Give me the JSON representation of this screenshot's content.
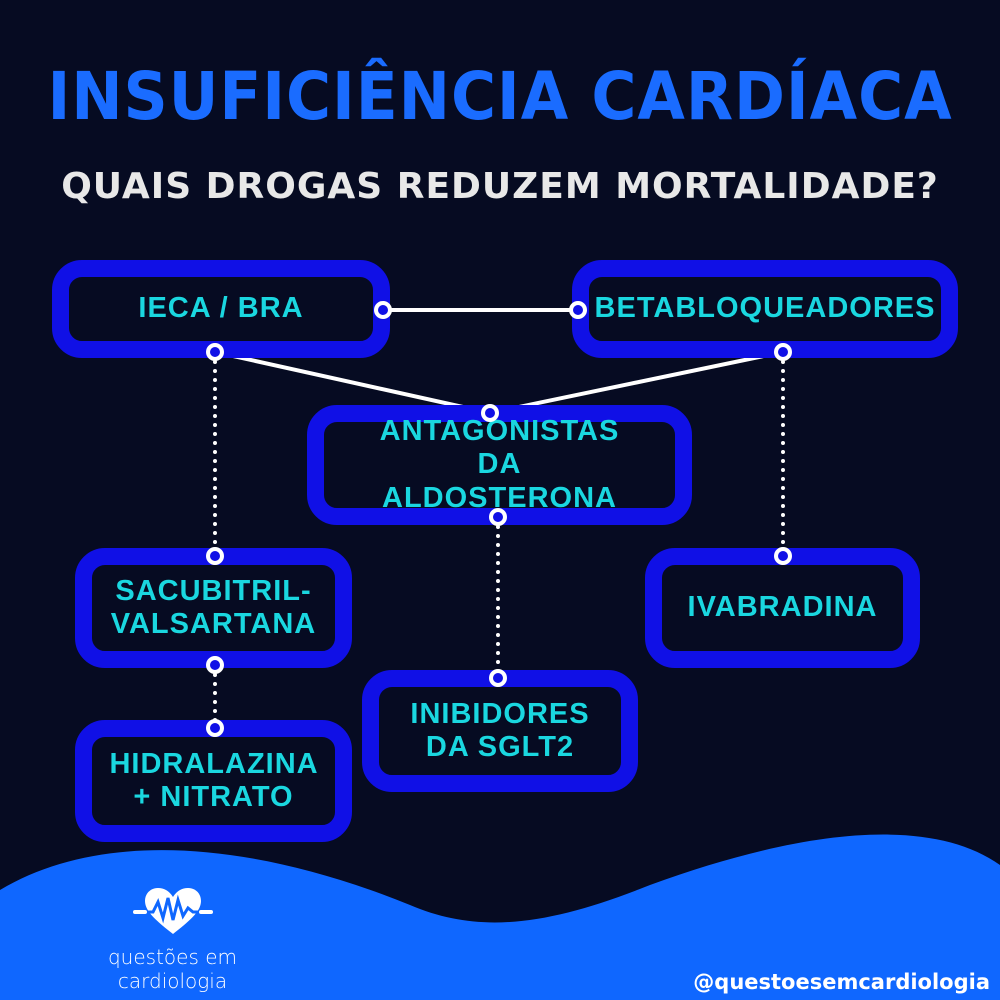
{
  "title": "INSUFICIÊNCIA CARDÍACA",
  "subtitle": "QUAIS DROGAS REDUZEM MORTALIDADE?",
  "nodes": {
    "ieca": "IECA / BRA",
    "beta": "BETABLOQUEADORES",
    "antag": "ANTAGONISTAS DA ALDOSTERONA",
    "sacub": "SACUBITRIL-VALSARTANA",
    "ivab": "IVABRADINA",
    "inib": "INIBIDORES DA SGLT2",
    "hidra": "HIDRALAZINA + NITRATO"
  },
  "footer": {
    "logo_text": "questões em cardiologia",
    "handle": "@questoesemcardiologia"
  },
  "colors": {
    "background": "#060b22",
    "title": "#1a6cff",
    "box_border": "#1010e6",
    "box_text": "#1ad7e0",
    "wave": "#0f67ff"
  }
}
